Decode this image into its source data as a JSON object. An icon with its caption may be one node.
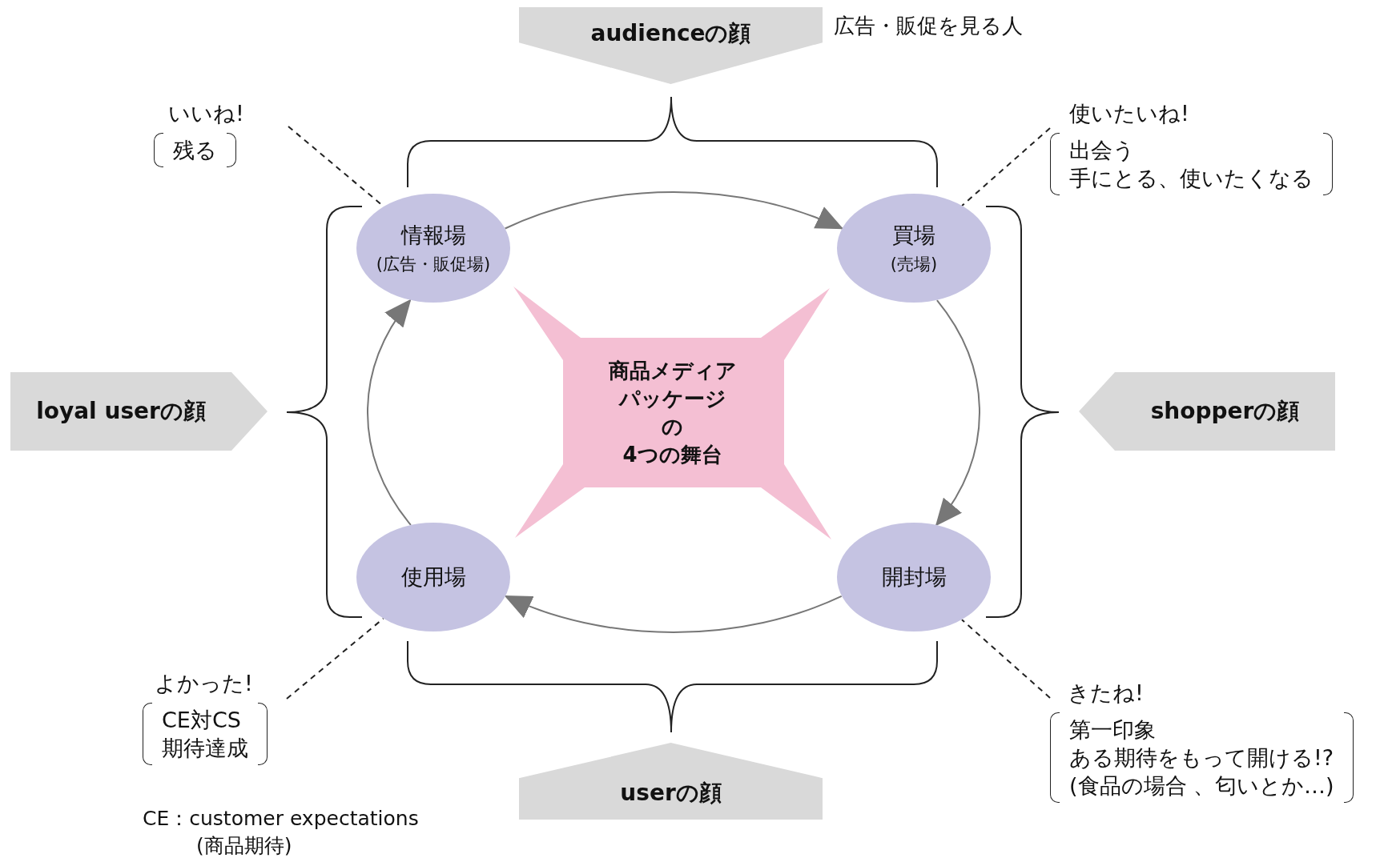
{
  "diagram": {
    "nodes": [
      {
        "text": [
          "情報場",
          "(広告・販促場)"
        ]
      },
      {
        "text": [
          "買場",
          "(売場)"
        ]
      },
      {
        "text": [
          "開封場"
        ]
      },
      {
        "text": [
          "使用場"
        ]
      },
      {
        "text": [
          "商品メディア",
          "パッケージ",
          "の",
          "4つの舞台"
        ]
      },
      {
        "text": [
          "audienceの顔"
        ],
        "beside": [
          "広告・販促を見る人"
        ]
      },
      {
        "text": [
          "shopperの顔"
        ]
      },
      {
        "text": [
          "userの顔"
        ]
      },
      {
        "text": [
          "loyal userの顔"
        ]
      },
      {
        "text": [
          "いいね!",
          "残る"
        ]
      },
      {
        "text": [
          "使いたいね!",
          "出会う",
          "手にとる、使いたくなる"
        ]
      },
      {
        "text": [
          "きたね!",
          "第一印象",
          "ある期待をもって開ける!?",
          "(食品の場合 、匂いとか…)"
        ]
      },
      {
        "text": [
          "よかった!",
          "CE対CS",
          "期待達成"
        ]
      }
    ],
    "edges": [
      {
        "from": 0,
        "to": 1,
        "arrow": "to"
      },
      {
        "from": 1,
        "to": 2,
        "arrow": "to"
      },
      {
        "from": 2,
        "to": 3,
        "arrow": "to"
      },
      {
        "from": 3,
        "to": 0,
        "arrow": "to"
      },
      {
        "from": 9,
        "to": 0,
        "arrow": "none",
        "style": "dashed"
      },
      {
        "from": 10,
        "to": 1,
        "arrow": "none",
        "style": "dashed"
      },
      {
        "from": 11,
        "to": 2,
        "arrow": "none",
        "style": "dashed"
      },
      {
        "from": 12,
        "to": 3,
        "arrow": "none",
        "style": "dashed"
      }
    ],
    "labels": [
      "CE：customer expectations",
      "(商品期待)"
    ]
  }
}
